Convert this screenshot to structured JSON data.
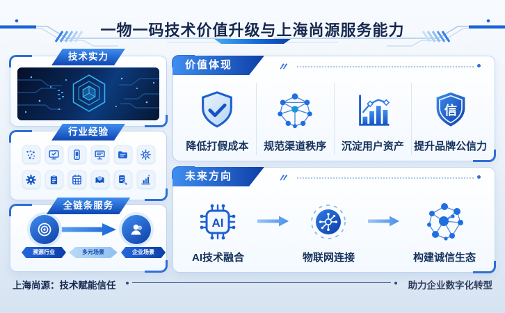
{
  "header": {
    "title": "一物一码技术价值升级与上海尚源服务能力"
  },
  "left": {
    "tech_panel": {
      "header": "技术实力",
      "image": "tech-hexagon-cube-circuit"
    },
    "industry_panel": {
      "header": "行业经验",
      "icons": [
        "dots-network-icon",
        "monitor-check-icon",
        "mobile-device-icon",
        "desktop-monitor-icon",
        "folder-doc-icon",
        "gear-outline-icon",
        "gear-filled-icon",
        "clipboard-icon",
        "calendar-icon",
        "book-shield-icon",
        "doc-pen-icon",
        "bar-chart-icon"
      ]
    },
    "chain_panel": {
      "header": "全链条服务",
      "source_icon": "target-rings-icon",
      "target_icon": "user-icon",
      "badges": {
        "left": "溯源行业",
        "middle": "多元场景",
        "right": "企业场景"
      }
    }
  },
  "value_panel": {
    "header": "价值体现",
    "quote_mark": "〃",
    "items": [
      {
        "label": "降低打假成本",
        "icon": "shield-check-icon"
      },
      {
        "label": "规范渠道秩序",
        "icon": "network-nodes-icon"
      },
      {
        "label": "沉淀用户资产",
        "icon": "growth-chart-icon"
      },
      {
        "label": "提升品牌公信力",
        "icon": "trust-shield-icon",
        "shield_glyph": "信"
      }
    ]
  },
  "future_panel": {
    "header": "未来方向",
    "quote_mark": "〃",
    "items": [
      {
        "label": "AI技术融合",
        "icon": "ai-chip-icon",
        "chip_text": "AI"
      },
      {
        "label": "物联网连接",
        "icon": "iot-node-icon"
      },
      {
        "label": "构建诚信生态",
        "icon": "ecosystem-network-icon"
      }
    ]
  },
  "footer": {
    "left": "上海尚源：技术赋能信任",
    "right": "助力企业数字化转型"
  },
  "colors": {
    "accent": "#1e5fd0",
    "accent_light": "#9cc1e8",
    "navy": "#16284e",
    "badge_start": "#3f8df0",
    "badge_end": "#0d3fa8",
    "panel_border": "#bdd6f0"
  }
}
